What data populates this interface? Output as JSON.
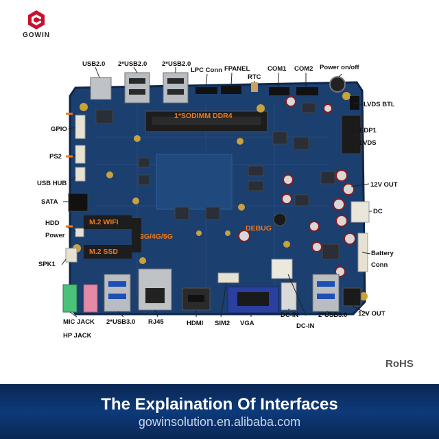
{
  "brand": {
    "name": "GOWIN",
    "color": "#c8102e"
  },
  "colors": {
    "pcb": "#1b3f6f",
    "label_text": "#111111",
    "board_text": "#f07a1e",
    "footer_bg": "#0d3a7a"
  },
  "board_labels": {
    "sodimm": "1*SODIMM DDR4",
    "m2_wifi": "M.2 WIFI",
    "m2_ssd": "M.2 SSD",
    "cellular": "3G/4G/5G",
    "debug": "DEBUG"
  },
  "interfaces": {
    "usb2_single": "USB2.0",
    "usb2_dual_1": "2*USB2.0",
    "usb2_dual_2": "2*USB2.0",
    "lpc": "LPC Conn",
    "fpanel": "FPANEL",
    "rtc": "RTC",
    "com1": "COM1",
    "com2": "COM2",
    "power": "Power on/off",
    "lvds_btl": "LVDS BTL",
    "edp1": "EDP1",
    "lvds": "LVDS",
    "out12v_right": "12V OUT",
    "dc": "DC",
    "battery": "Battery",
    "conn": "Conn",
    "gpio": "GPIO",
    "ps2": "PS2",
    "usb_hub": "USB HUB",
    "sata": "SATA",
    "hdd": "HDD",
    "hdd_power": "Power",
    "spk1": "SPK1",
    "mic_jack": "MIC JACK",
    "hp_jack": "HP JACK",
    "usb3_left": "2*USB3.0",
    "rj45": "RJ45",
    "hdmi": "HDMI",
    "sim2": "SIM2",
    "vga": "VGA",
    "dcin_1": "DC-IN",
    "dcin_2": "DC-IN",
    "usb3_right": "2*USB3.0",
    "out12v_bottom": "12V OUT"
  },
  "rohs": "RoHS",
  "footer": {
    "title": "The Explaination Of Interfaces",
    "url": "gowinsolution.en.alibaba.com"
  }
}
